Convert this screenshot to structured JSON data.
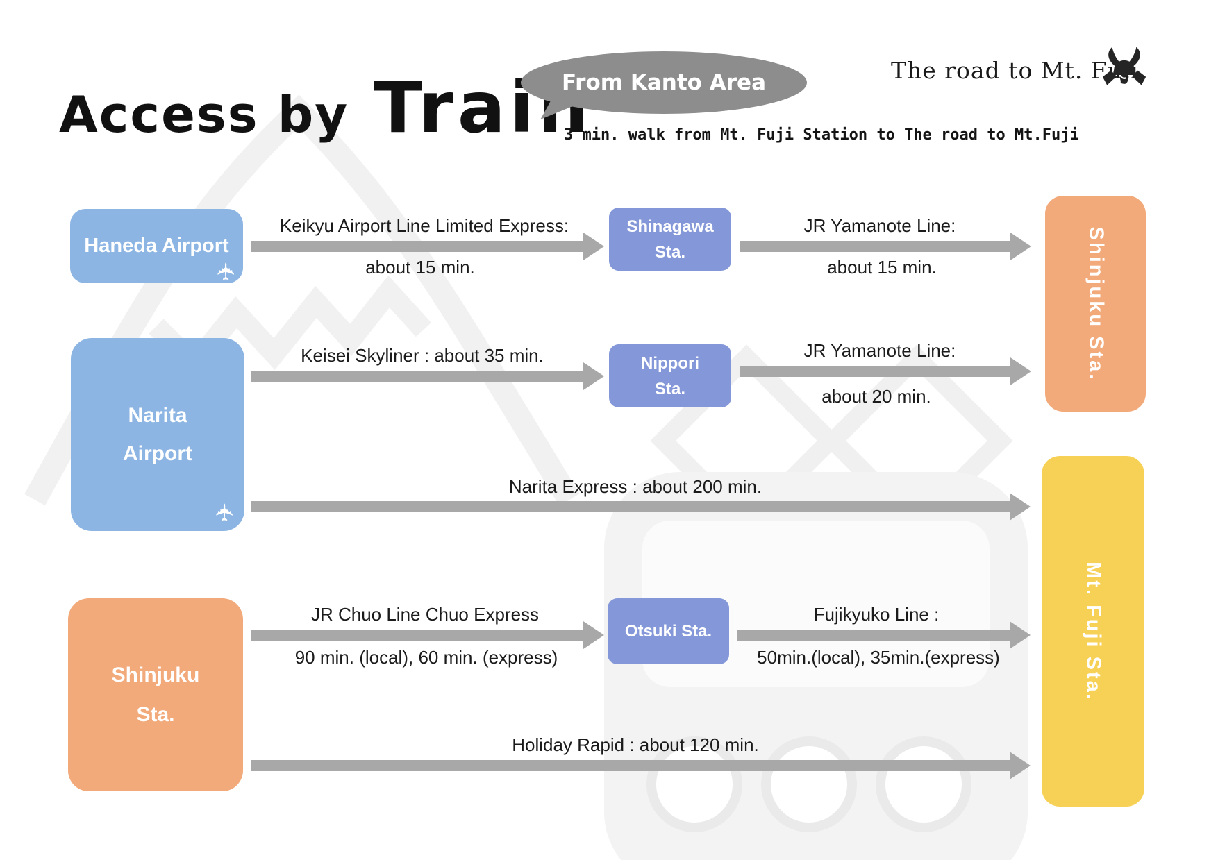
{
  "header": {
    "title_1": "Access by",
    "title_2": "Train",
    "bubble_text": "From Kanto Area",
    "brand_text": "The road to Mt. Fuji",
    "subtitle": "3 min. walk from Mt. Fuji Station to The road to Mt.Fuji"
  },
  "nodes": {
    "haneda": {
      "label": "Haneda Airport",
      "color": "#8cb5e3"
    },
    "narita": {
      "line1": "Narita",
      "line2": "Airport",
      "color": "#8cb5e3"
    },
    "shinjuku_left": {
      "line1": "Shinjuku",
      "line2": "Sta.",
      "color": "#f2aa7b"
    },
    "shinagawa": {
      "line1": "Shinagawa",
      "line2": "Sta.",
      "color": "#8498d9"
    },
    "nippori": {
      "line1": "Nippori",
      "line2": "Sta.",
      "color": "#8498d9"
    },
    "otsuki": {
      "label": "Otsuki Sta.",
      "color": "#8498d9"
    },
    "shinjuku_right": {
      "label": "Shinjuku Sta.",
      "color": "#f2aa7b"
    },
    "mtfuji": {
      "label": "Mt. Fuji Sta.",
      "color": "#f7d156"
    }
  },
  "routes": {
    "keikyu": {
      "name": "Keikyu Airport Line Limited Express:",
      "time": "about 15 min."
    },
    "yamanote_shinagawa": {
      "name": "JR Yamanote Line:",
      "time": "about 15 min."
    },
    "keisei": {
      "name": "Keisei Skyliner : about 35 min."
    },
    "yamanote_nippori": {
      "name": "JR Yamanote Line:",
      "time": "about 20 min."
    },
    "narita_express": {
      "name": "Narita Express : about 200 min."
    },
    "chuo": {
      "name": "JR Chuo Line Chuo Express",
      "time": "90 min. (local), 60 min. (express)"
    },
    "fujikyuko": {
      "name": "Fujikyuko Line :",
      "time": "50min.(local), 35min.(express)"
    },
    "holiday_rapid": {
      "name": "Holiday Rapid : about 120 min."
    }
  },
  "icons": {
    "plane": "✈"
  },
  "colors": {
    "arrow": "#a8a8a8",
    "bubble": "#8d8d8d"
  }
}
